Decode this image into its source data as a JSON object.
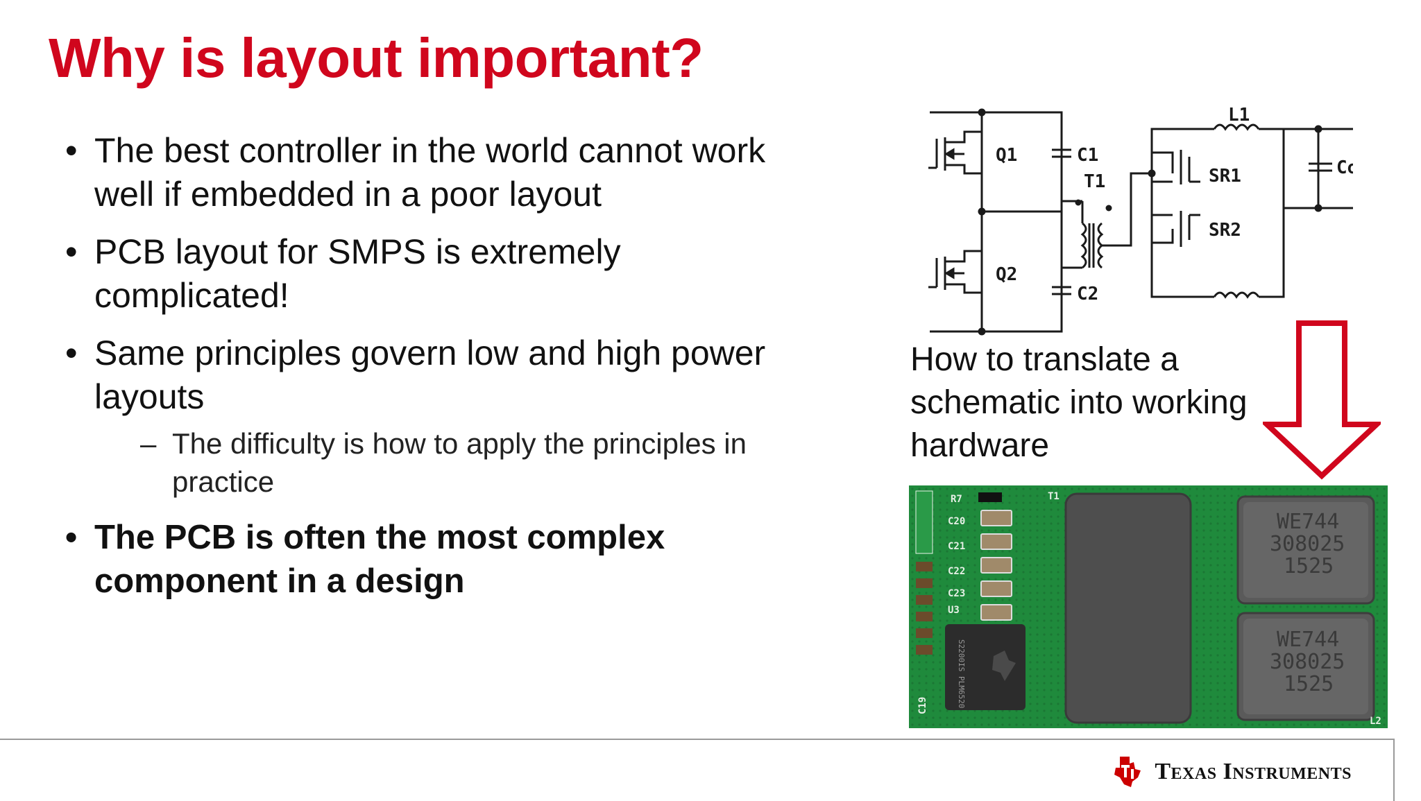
{
  "slide": {
    "title": "Why is layout important?",
    "bullets": [
      {
        "dot": "•",
        "text": "The best controller in the world cannot work well if embedded in a poor layout"
      },
      {
        "dot": "•",
        "text": "PCB layout for SMPS is extremely complicated!"
      },
      {
        "dot": "•",
        "text": "Same principles govern low and high power layouts"
      }
    ],
    "sub_bullet": {
      "dash": "–",
      "text": "The difficulty is how to apply the principles in practice"
    },
    "bold_bullet": {
      "dot": "•",
      "text": "The PCB is often the most complex component in a design"
    },
    "caption": "How to translate a schematic into working hardware"
  },
  "schematic": {
    "labels": {
      "q1": "Q1",
      "q2": "Q2",
      "c1": "C1",
      "c2": "C2",
      "t1": "T1",
      "l1": "L1",
      "sr1": "SR1",
      "sr2": "SR2",
      "co": "Co"
    }
  },
  "pcb": {
    "labels": {
      "r7": "R7",
      "c20": "C20",
      "c21": "C21",
      "c22": "C22",
      "c23": "C23",
      "u3": "U3",
      "c19": "C19",
      "t1": "T1",
      "ic_text": "S2200IS PLM6520",
      "ind1_line1": "WE744",
      "ind1_line2": "308025",
      "ind1_line3": "1525",
      "ind2_line1": "WE744",
      "ind2_line2": "308025",
      "ind2_line3": "1525",
      "l2": "L2"
    }
  },
  "footer": {
    "brand": "Texas Instruments"
  },
  "colors": {
    "title_red": "#d0061d",
    "arrow_red": "#d0061d",
    "pcb_green": "#1f8a3c",
    "ti_red": "#cc0000"
  },
  "icons": {
    "logo": "ti-state-logo-icon",
    "arrow": "down-arrow-icon"
  }
}
